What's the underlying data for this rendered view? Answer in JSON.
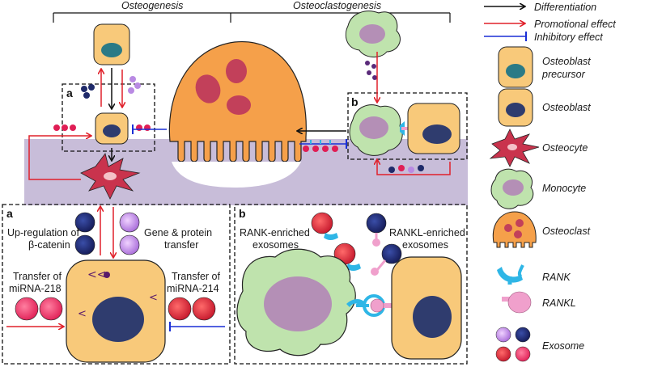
{
  "headers": {
    "left": "Osteogenesis",
    "right": "Osteoclastogenesis"
  },
  "panels": {
    "top_a": "a",
    "top_b": "b",
    "bottom_a": "a",
    "bottom_b": "b"
  },
  "panel_a_labels": {
    "beta_catenin": "Up-regulation of β-catenin",
    "beta_line1": "Up-regulation of",
    "beta_line2": "β-catenin",
    "gene_line1": "Gene & protein",
    "gene_line2": "transfer",
    "mir218_line1": "Transfer of",
    "mir218_line2": "miRNA-218",
    "mir214_line1": "Transfer of",
    "mir214_line2": "miRNA-214"
  },
  "panel_b_labels": {
    "rank_line1": "RANK-enriched",
    "rank_line2": "exosomes",
    "rankl_line1": "RANKL-enriched",
    "rankl_line2": "exosomes"
  },
  "legend": {
    "differentiation": "Differentiation",
    "promotional": "Promotional effect",
    "inhibitory": "Inhibitory effect",
    "precursor_line1": "Osteoblast",
    "precursor_line2": "precursor",
    "osteoblast": "Osteoblast",
    "osteocyte": "Osteocyte",
    "monocyte": "Monocyte",
    "osteoclast": "Osteoclast",
    "rank": "RANK",
    "rankl": "RANKL",
    "exosome": "Exosome"
  },
  "colors": {
    "differentiation": "#111111",
    "promotional": "#e0202a",
    "inhibitory": "#1a2fd6",
    "bone": "#c8bdd9",
    "osteoblast": "#f8c97a",
    "osteoblast_nucleus": "#2f3c6e",
    "precursor_nucleus": "#2b7a86",
    "osteocyte": "#c9334d",
    "monocyte": "#bfe3ad",
    "monocyte_nucleus": "#b48fb6",
    "osteoclast": "#f5a04a",
    "osteoclast_nucleus": "#c2405a",
    "rank": "#2fb6e6",
    "rankl": "#f0a0cc"
  }
}
